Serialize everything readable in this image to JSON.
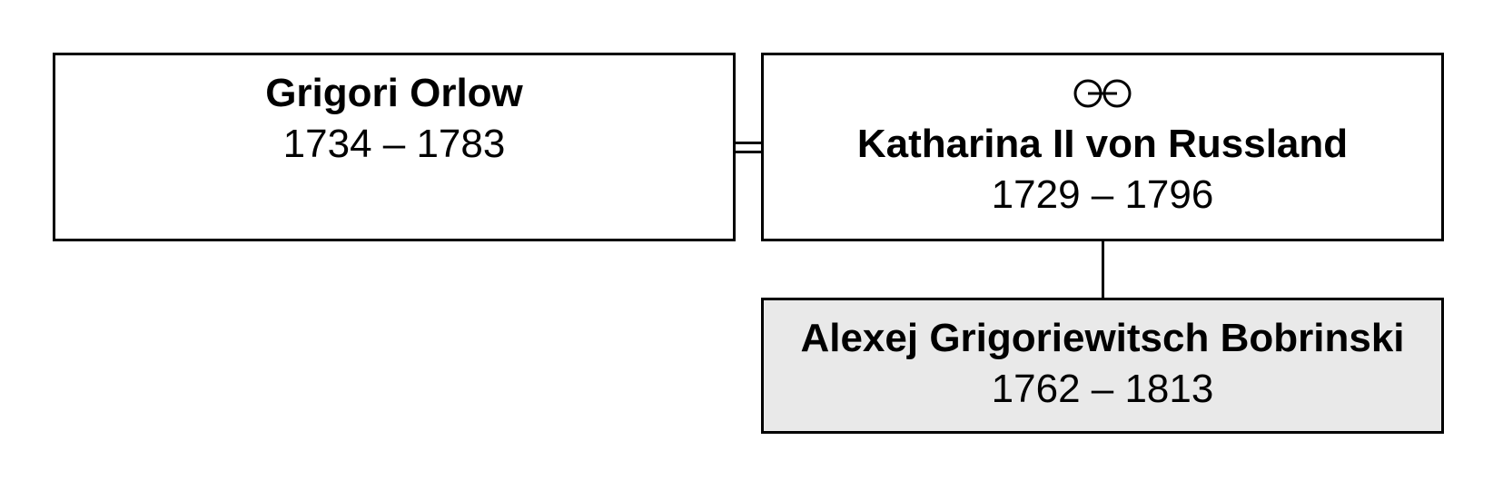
{
  "persons": [
    {
      "name": "Grigori Orlow",
      "dates": "1734 – 1783"
    },
    {
      "name": "Katharina II von Russland",
      "dates": "1729 – 1796",
      "symbol_icon": "unmarried-partnership-icon"
    },
    {
      "name": "Alexej Grigoriewitsch Bobrinski",
      "dates": "1762 – 1813"
    }
  ],
  "colors": {
    "border": "#000000",
    "highlight_fill": "#e9e9e9",
    "background": "#ffffff"
  }
}
